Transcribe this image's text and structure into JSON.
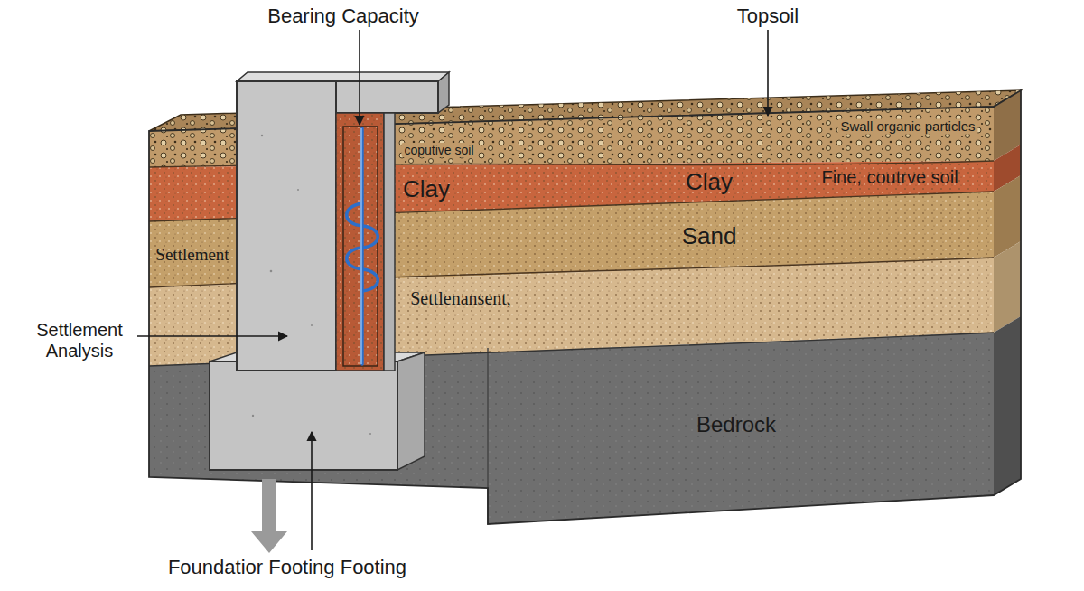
{
  "diagram": {
    "labels": [
      "Bearing Capacity",
      "Topsoil",
      "Swall organic particles",
      "coputive soil",
      "Clay",
      "Clay",
      "Fine, coutrve soil",
      "Sand",
      "Settlement",
      "Settlenansent,",
      "Settlement Analysis",
      "Bedrock",
      "Foundatior Footing Footing"
    ]
  }
}
